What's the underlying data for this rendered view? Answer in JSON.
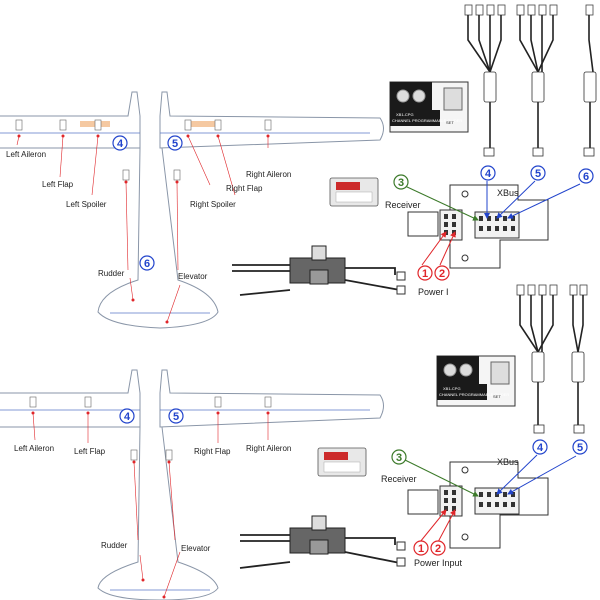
{
  "top_diagram": {
    "labels": {
      "left_aileron": "Left Aileron",
      "left_flap": "Left Flap",
      "left_spoiler": "Left Spoiler",
      "right_aileron": "Right Aileron",
      "right_flap": "Right Flap",
      "right_spoiler": "Right Spoiler",
      "rudder": "Rudder",
      "elevator": "Elevator",
      "receiver": "Receiver",
      "xbus": "XBus",
      "power": "Power I"
    },
    "markers": {
      "blue_4": "4",
      "blue_5": "5",
      "blue_6": "6",
      "red_1": "1",
      "red_2": "2",
      "green_3": "3",
      "harness_4": "4",
      "harness_5": "5",
      "harness_6": "6"
    },
    "device_text": {
      "programmer_model": "XB1-CPG",
      "programmer_sub": "CHANNEL PROGRAMMABLE GLIDER",
      "programmer_set": "SET"
    }
  },
  "bottom_diagram": {
    "labels": {
      "left_aileron": "Left Aileron",
      "left_flap": "Left Flap",
      "right_flap": "Right Flap",
      "right_aileron": "Right Aileron",
      "rudder": "Rudder",
      "elevator": "Elevator",
      "receiver": "Receiver",
      "xbus": "XBus",
      "power": "Power Input"
    },
    "markers": {
      "blue_4": "4",
      "blue_5": "5",
      "red_1": "1",
      "red_2": "2",
      "green_3": "3",
      "harness_4": "4",
      "harness_5": "5"
    },
    "device_text": {
      "programmer_model": "XB1-CPG",
      "programmer_sub": "CHANNEL PROGRAMMABLE GLIDER",
      "programmer_set": "SET"
    }
  },
  "colors": {
    "blue": "#2244cc",
    "red": "#e0262a",
    "green": "#3c7a2a",
    "outline": "#8a96a8",
    "dark": "#333333"
  }
}
